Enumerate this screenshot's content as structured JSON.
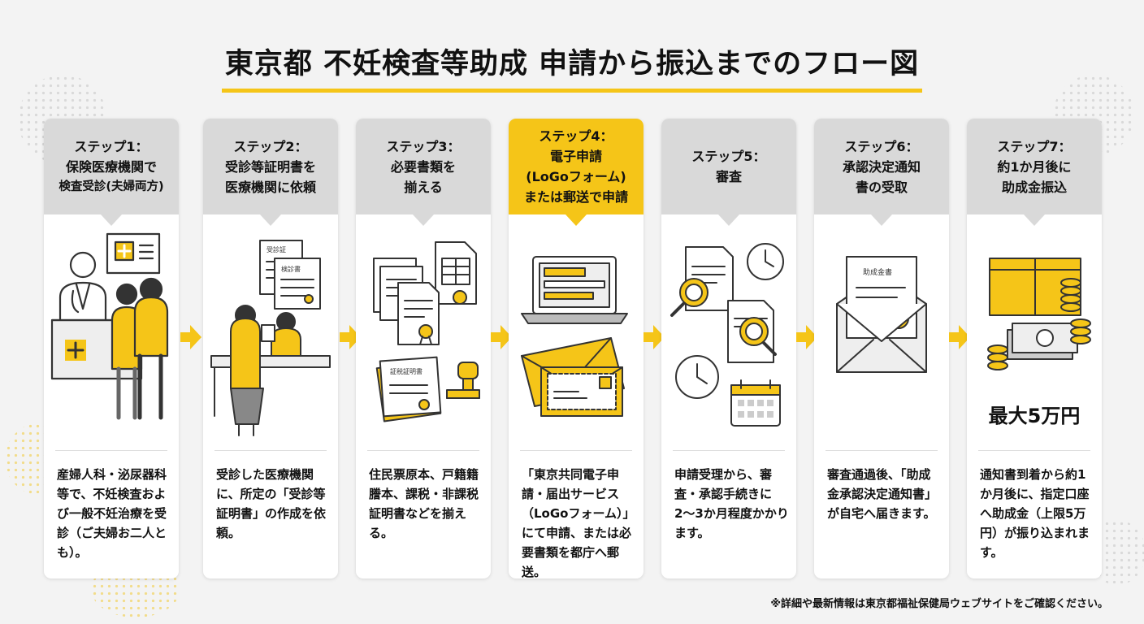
{
  "title": "東京都 不妊検査等助成 申請から振込までのフロー図",
  "steps": [
    {
      "header": [
        "ステップ1：",
        "保険医療機関で",
        "検査受診(夫婦両方)"
      ],
      "description": "産婦人科・泌尿器科等で、不妊検査および一般不妊治療を受診（ご夫婦お二人とも）。"
    },
    {
      "header": [
        "ステップ2：",
        "受診等証明書を",
        "医療機関に依頼"
      ],
      "description": "受診した医療機関に、所定の「受診等証明書」の作成を依頼。",
      "doc_labels": [
        "受診証",
        "検診書"
      ]
    },
    {
      "header": [
        "ステップ3：",
        "必要書類を",
        "揃える"
      ],
      "description": "住民票原本、戸籍籍謄本、課税・非課税証明書などを揃える。",
      "doc_labels": [
        "証税証明書"
      ]
    },
    {
      "header": [
        "ステップ4：",
        "電子申請",
        "(LoGoフォーム)",
        "または郵送で申請"
      ],
      "description": "「東京共同電子申請・届出サービス（LoGoフォーム）」にて申請、または必要書類を都庁へ郵送。"
    },
    {
      "header": [
        "ステップ5：",
        "審査"
      ],
      "description": "申請受理から、審査・承認手続きに2〜3か月程度かかります。"
    },
    {
      "header": [
        "ステップ6：",
        "承認決定通知",
        "書の受取"
      ],
      "description": "審査通過後、「助成金承認決定通知書」が自宅へ届きます。",
      "doc_labels": [
        "助成金書"
      ]
    },
    {
      "header": [
        "ステップ7：",
        "約1か月後に",
        "助成金振込"
      ],
      "description": "通知書到着から約1か月後に、指定口座へ助成金（上限5万円）が振り込まれます。",
      "amount": "最大5万円"
    }
  ],
  "footnote": "※詳細や最新情報は東京都福祉保健局ウェブサイトをご確認ください。",
  "colors": {
    "accent": "#f5c518",
    "header_gray": "#d9d9d9",
    "card": "#ffffff",
    "background": "#f3f3f3"
  }
}
